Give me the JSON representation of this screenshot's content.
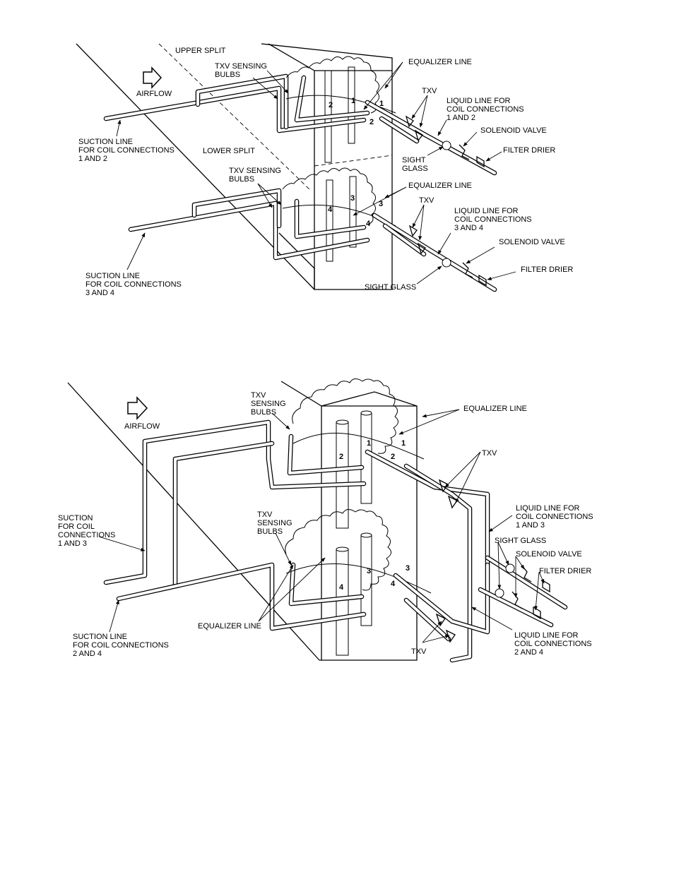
{
  "top_diagram": {
    "upper_split": "UPPER SPLIT",
    "lower_split": "LOWER SPLIT",
    "airflow": "AIRFLOW",
    "txv_sensing_bulbs_upper_1": "TXV SENSING",
    "txv_sensing_bulbs_upper_2": "BULBS",
    "txv_sensing_bulbs_lower_1": "TXV SENSING",
    "txv_sensing_bulbs_lower_2": "BULBS",
    "equalizer_upper": "EQUALIZER LINE",
    "equalizer_lower": "EQUALIZER LINE",
    "txv_upper": "TXV",
    "txv_lower": "TXV",
    "liquid_upper_1": "LIQUID LINE FOR",
    "liquid_upper_2": "COIL CONNECTIONS",
    "liquid_upper_3": "1 AND 2",
    "liquid_lower_1": "LIQUID LINE FOR",
    "liquid_lower_2": "COIL CONNECTIONS",
    "liquid_lower_3": "3 AND 4",
    "solenoid_upper": "SOLENOID VALVE",
    "solenoid_lower": "SOLENOID VALVE",
    "filter_upper": "FILTER DRIER",
    "filter_lower": "FILTER DRIER",
    "sight_upper_1": "SIGHT",
    "sight_upper_2": "GLASS",
    "sight_lower": "SIGHT GLASS",
    "suction_upper_1": "SUCTION LINE",
    "suction_upper_2": "FOR COIL CONNECTIONS",
    "suction_upper_3": "1 AND 2",
    "suction_lower_1": "SUCTION LINE",
    "suction_lower_2": "FOR COIL CONNECTIONS",
    "suction_lower_3": "3 AND 4",
    "n1": "1",
    "n2": "2",
    "n1b": "1",
    "n2b": "2",
    "n3": "3",
    "n4": "4",
    "n3b": "3",
    "n4b": "4"
  },
  "bottom_diagram": {
    "txv_sensing_bulbs_upper_1": "TXV",
    "txv_sensing_bulbs_upper_2": "SENSING",
    "txv_sensing_bulbs_upper_3": "BULBS",
    "airflow": "AIRFLOW",
    "equalizer_upper": "EQUALIZER LINE",
    "txv_upper": "TXV",
    "liquid_13_1": "LIQUID LINE FOR",
    "liquid_13_2": "COIL CONNECTIONS",
    "liquid_13_3": "1 AND 3",
    "suction_13_1": "SUCTION",
    "suction_13_2": "FOR COIL",
    "suction_13_3": "CONNECTIONS",
    "suction_13_4": "1 AND 3",
    "txv_sensing_bulbs_lower_1": "TXV",
    "txv_sensing_bulbs_lower_2": "SENSING",
    "txv_sensing_bulbs_lower_3": "BULBS",
    "sight_glass": "SIGHT GLASS",
    "solenoid": "SOLENOID VALVE",
    "filter": "FILTER DRIER",
    "equalizer_lower": "EQUALIZER LINE",
    "suction_24_1": "SUCTION LINE",
    "suction_24_2": "FOR COIL CONNECTIONS",
    "suction_24_3": "2 AND 4",
    "txv_lower": "TXV",
    "liquid_24_1": "LIQUID LINE FOR",
    "liquid_24_2": "COIL CONNECTIONS",
    "liquid_24_3": "2 AND 4",
    "n1": "1",
    "n2": "2",
    "n1b": "1",
    "n2b": "2",
    "n3": "3",
    "n4": "4",
    "n3b": "3",
    "n4b": "4"
  }
}
